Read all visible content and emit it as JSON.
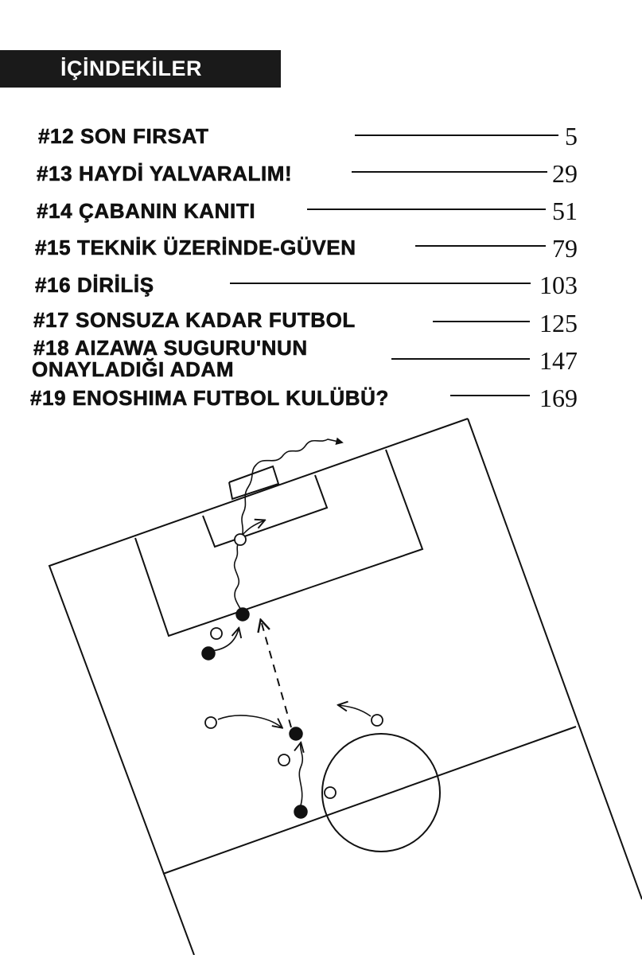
{
  "header": {
    "title": "İÇİNDEKİLER"
  },
  "toc": {
    "entries": [
      {
        "title": "#12 SON FIRSAT",
        "page": "5"
      },
      {
        "title": "#13 HAYDİ YALVARALIM!",
        "page": "29"
      },
      {
        "title": "#14 ÇABANIN KANITI",
        "page": "51"
      },
      {
        "title": "#15 TEKNİK ÜZERİNDE-GÜVEN",
        "page": "79"
      },
      {
        "title": "#16 DİRİLİŞ",
        "page": "103"
      },
      {
        "title": "#17 SONSUZA KADAR FUTBOL",
        "page": "125"
      },
      {
        "title_line1": "#18 AIZAWA SUGURU'NUN",
        "title_line2": "ONAYLADIĞI ADAM",
        "page": "147"
      },
      {
        "title": "#19 ENOSHIMA FUTBOL KULÜBÜ?",
        "page": "169"
      }
    ]
  },
  "colors": {
    "ink": "#111111",
    "header_bg": "#1a1a1a",
    "paper": "#ffffff"
  }
}
